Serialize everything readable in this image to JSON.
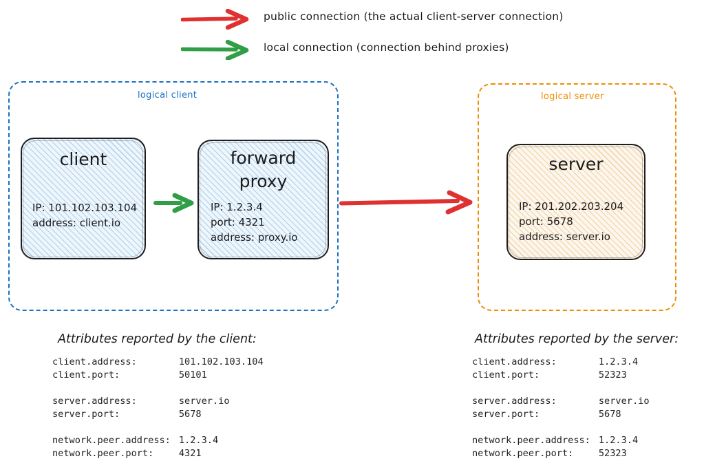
{
  "legend": {
    "items": [
      {
        "arrow_icon": "red-right-arrow-icon",
        "color": "#e03131",
        "label": "public connection (the actual client-server connection)"
      },
      {
        "arrow_icon": "green-right-arrow-icon",
        "color": "#2f9e44",
        "label": "local connection (connection behind proxies)"
      }
    ]
  },
  "colors": {
    "client_container_border": "#1971c2",
    "server_container_border": "#f08c00",
    "public_arrow": "#e03131",
    "local_arrow": "#2f9e44",
    "node_border": "#1e1e1e",
    "client_node_fill": "#eef6fc",
    "server_node_fill": "#fdf6ec"
  },
  "client_group": {
    "label": "logical client",
    "nodes": [
      {
        "name": "client",
        "title": "client",
        "details": "IP: 101.102.103.104\naddress: client.io"
      },
      {
        "name": "forward-proxy",
        "title": "forward\nproxy",
        "details": "IP: 1.2.3.4\nport: 4321\naddress: proxy.io"
      }
    ]
  },
  "server_group": {
    "label": "logical server",
    "nodes": [
      {
        "name": "server",
        "title": "server",
        "details": "IP: 201.202.203.204\nport: 5678\naddress: server.io"
      }
    ]
  },
  "arrows": {
    "client_to_proxy": {
      "type": "local",
      "color": "#2f9e44"
    },
    "proxy_to_server": {
      "type": "public",
      "color": "#e03131"
    }
  },
  "client_attributes": {
    "heading": "Attributes reported by the client:",
    "rows": [
      {
        "key": "client.address:",
        "value": "101.102.103.104"
      },
      {
        "key": "client.port:",
        "value": "50101"
      },
      {
        "key": "",
        "value": ""
      },
      {
        "key": "server.address:",
        "value": "server.io"
      },
      {
        "key": "server.port:",
        "value": "5678"
      },
      {
        "key": "",
        "value": ""
      },
      {
        "key": "network.peer.address:",
        "value": "1.2.3.4"
      },
      {
        "key": "network.peer.port:",
        "value": "4321"
      }
    ]
  },
  "server_attributes": {
    "heading": "Attributes reported by the server:",
    "rows": [
      {
        "key": "client.address:",
        "value": "1.2.3.4"
      },
      {
        "key": "client.port:",
        "value": "52323"
      },
      {
        "key": "",
        "value": ""
      },
      {
        "key": "server.address:",
        "value": "server.io"
      },
      {
        "key": "server.port:",
        "value": "5678"
      },
      {
        "key": "",
        "value": ""
      },
      {
        "key": "network.peer.address:",
        "value": "1.2.3.4"
      },
      {
        "key": "network.peer.port:",
        "value": "52323"
      }
    ]
  }
}
